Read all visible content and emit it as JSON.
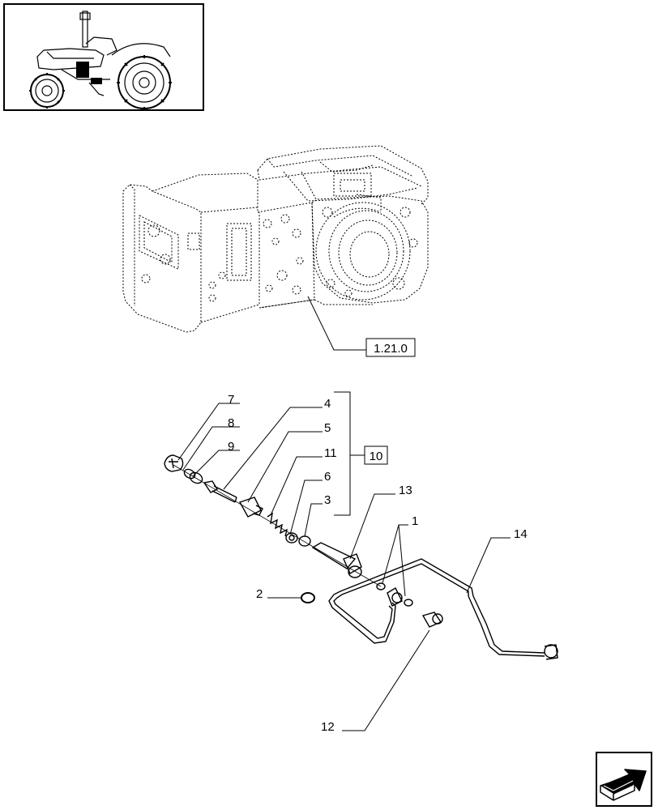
{
  "thumbnail": {
    "icon": "tractor-icon"
  },
  "reference": {
    "label": "1.21.0"
  },
  "kit": {
    "label": "10"
  },
  "callouts": [
    "7",
    "8",
    "9",
    "4",
    "5",
    "11",
    "6",
    "3",
    "13",
    "1",
    "14",
    "2",
    "12"
  ],
  "navigation": {
    "icon": "arrow-next-icon"
  }
}
